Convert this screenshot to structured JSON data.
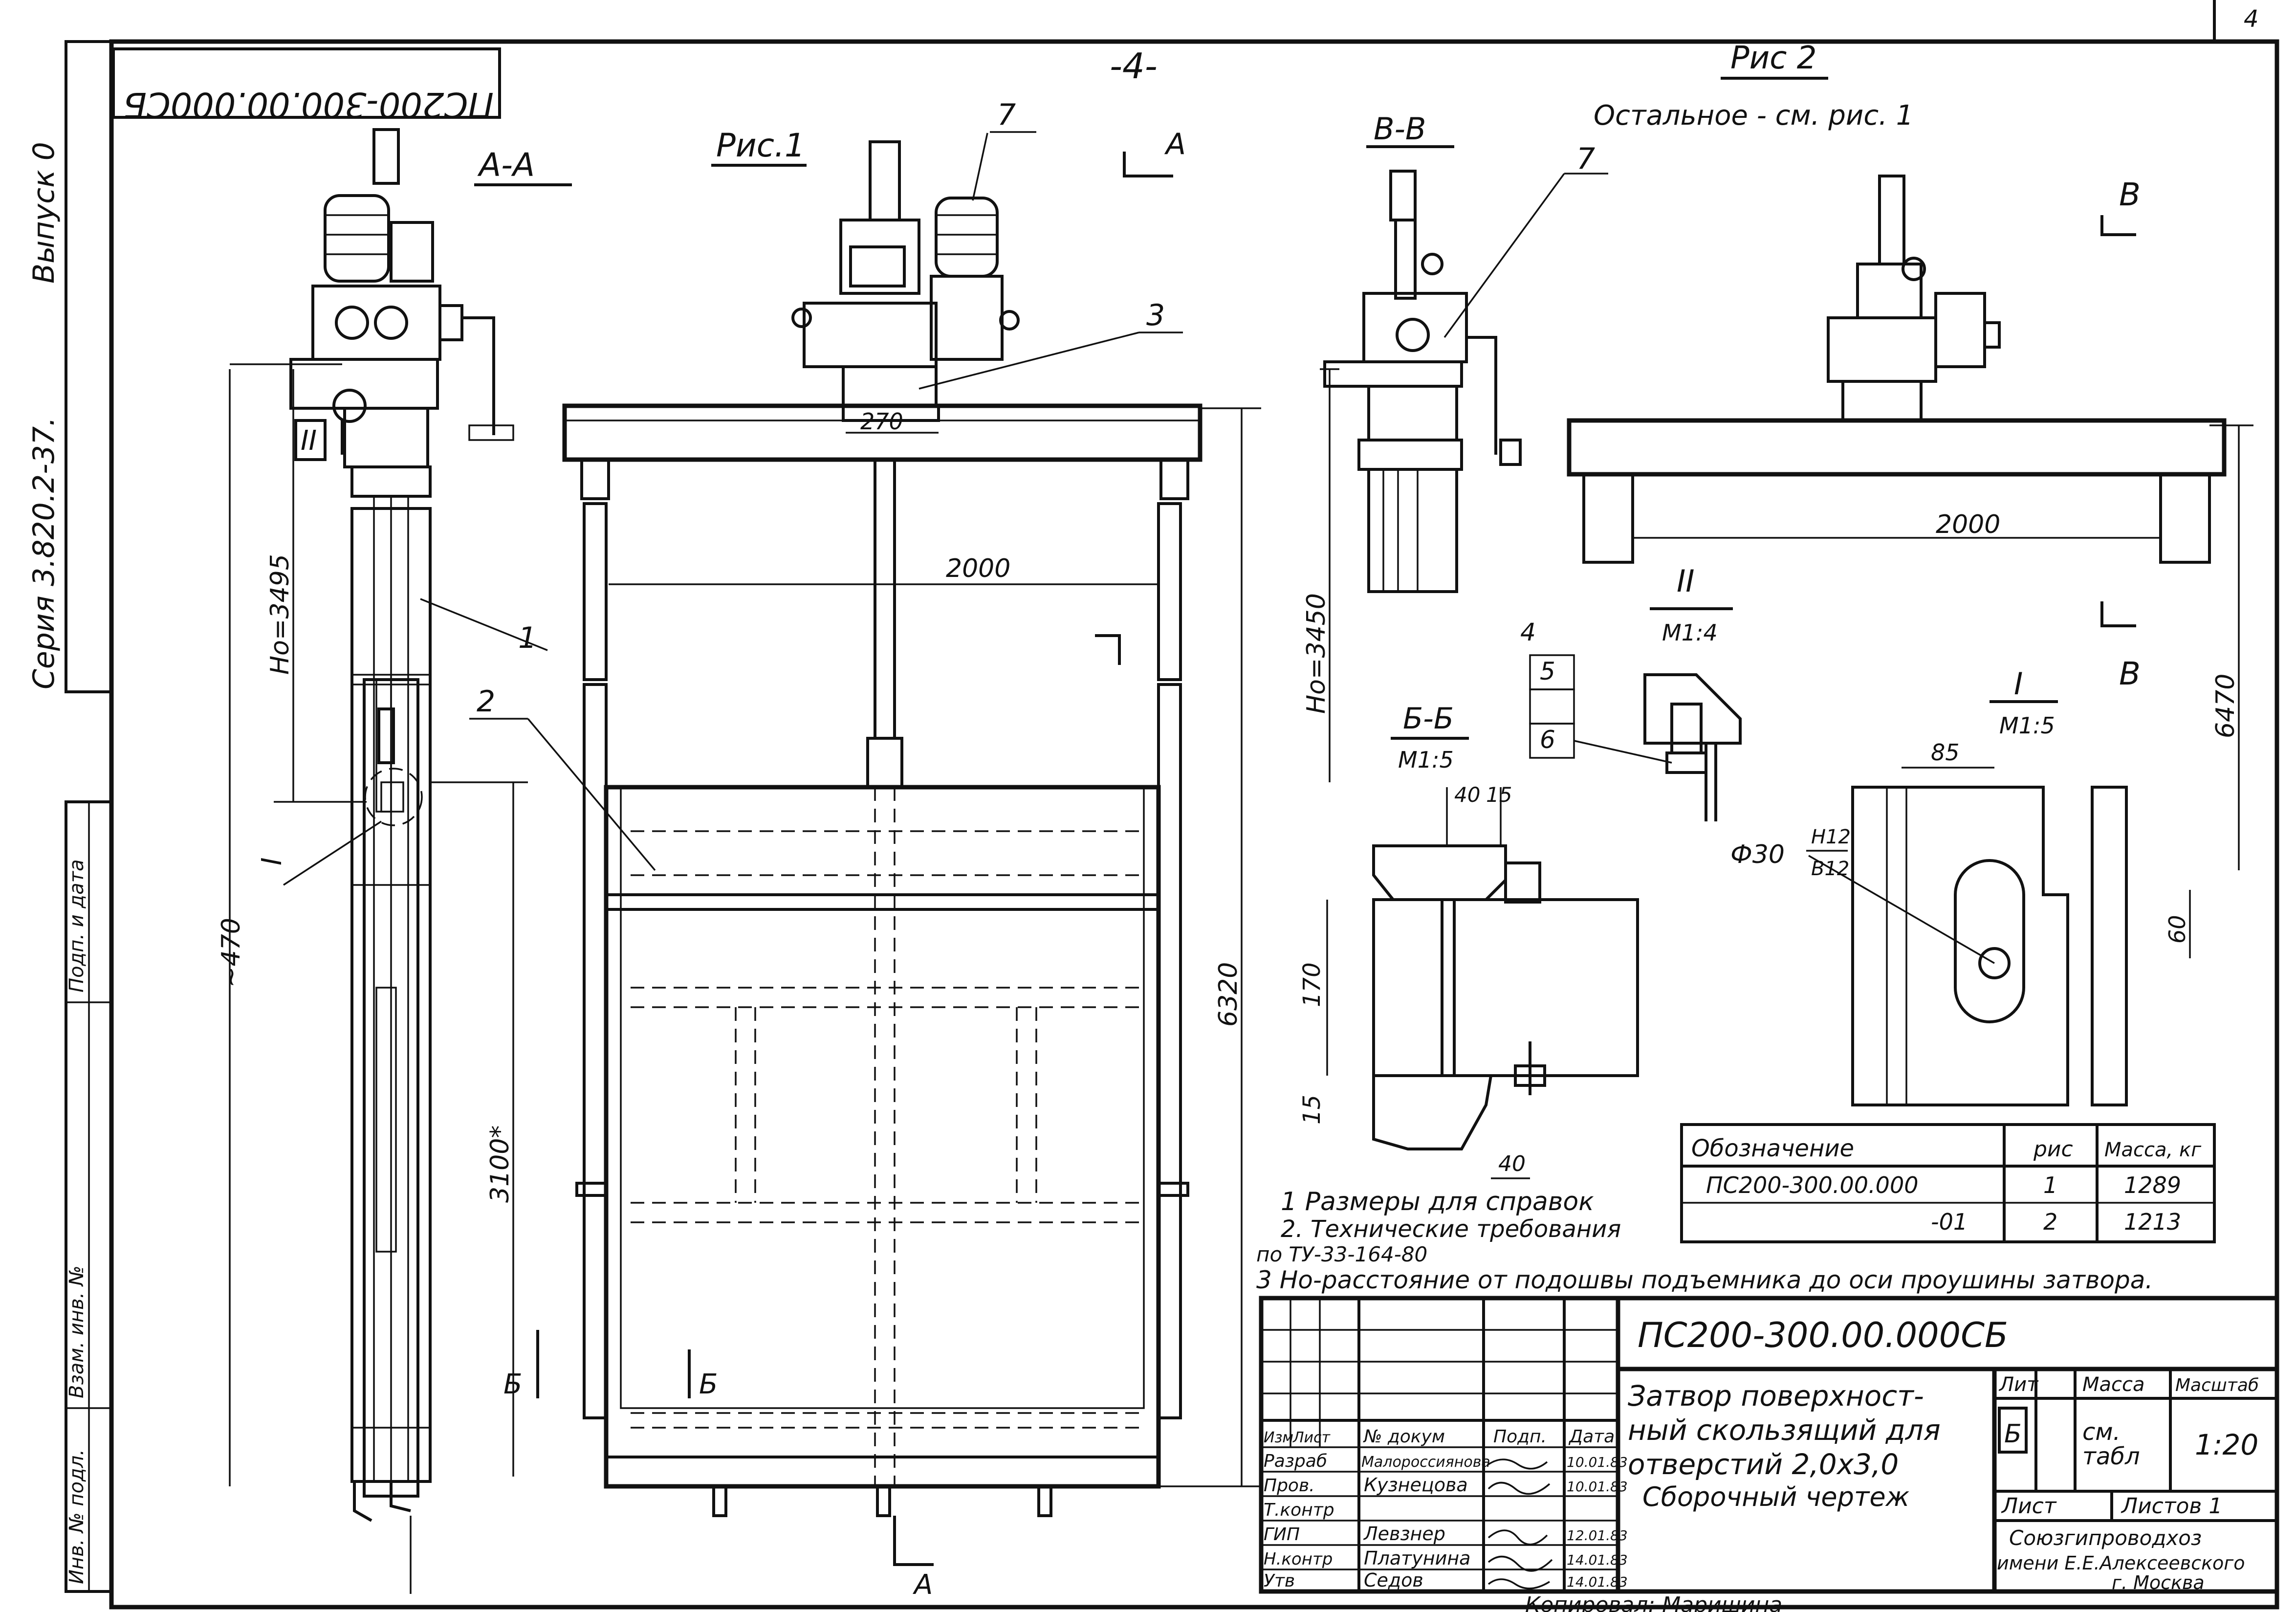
{
  "sheet_no": "4",
  "page_no": "-4-",
  "doc_code_rotated": "ПС200-300.00.000СБ",
  "side": {
    "vypusk": "Выпуск 0",
    "seriya": "Серия 3.820.2-37.",
    "stamp_1": "Подп. и дата",
    "stamp_2": "Взам. инв. №",
    "stamp_3": "Инв. № подл."
  },
  "fig1": {
    "section_aa": "А-А",
    "caption": "Рис.1",
    "cut_a": "А",
    "cut_b": "Б",
    "callouts": [
      "7",
      "3",
      "1",
      "2",
      "I",
      "II"
    ],
    "dims": {
      "d270": "270",
      "d2000": "2000",
      "h0": "Hо=3495",
      "d470": "~470",
      "d3100": "3100*",
      "d6320": "6320"
    }
  },
  "fig2": {
    "caption": "Рис 2",
    "rest": "Остальное - см. рис. 1",
    "section_bb": "В-В",
    "cut_v": "В",
    "callout_7": "7",
    "d2000": "2000",
    "h0": "Hо=3450",
    "d6470": "6470"
  },
  "detail_ii": {
    "title": "II",
    "scale": "М1:4",
    "items": [
      "4",
      "5",
      "6"
    ]
  },
  "detail_bb": {
    "title": "Б-Б",
    "scale": "М1:5",
    "d40a": "40",
    "d15a": "15",
    "d170": "170",
    "d15b": "15",
    "d40b": "40"
  },
  "detail_i": {
    "title": "I",
    "scale": "М1:5",
    "d85": "85",
    "d60": "60",
    "fit": "Ф30",
    "fit_top": "H12",
    "fit_bot": "B12"
  },
  "mass_table": {
    "headers": [
      "Обозначение",
      "рис",
      "Масса, кг"
    ],
    "rows": [
      [
        "ПС200-300.00.000",
        "1",
        "1289"
      ],
      [
        "-01",
        "2",
        "1213"
      ]
    ]
  },
  "notes": [
    "1 Размеры для справок",
    "2. Технические требования",
    "по ТУ-33-164-80",
    "3 Но-расстояние от подошвы подъемника до оси проушины затвора."
  ],
  "title_block": {
    "designation": "ПС200-300.00.000СБ",
    "name_1": "Затвор поверхност-",
    "name_2": "ный скользящий для",
    "name_3": "отверстий 2,0х3,0",
    "name_4": "Сборочный чертеж",
    "col_heads": [
      "Изм",
      "Лист",
      "№ докум",
      "Подп.",
      "Дата"
    ],
    "roles": [
      {
        "role": "Разраб",
        "name": "Малороссиянова",
        "date": "10.01.83"
      },
      {
        "role": "Пров.",
        "name": "Кузнецова",
        "date": "10.01.83"
      },
      {
        "role": "Т.контр",
        "name": "",
        "date": ""
      },
      {
        "role": "ГИП",
        "name": "Левзнер",
        "date": "12.01.83"
      },
      {
        "role": "Н.контр",
        "name": "Платунина",
        "date": "14.01.83"
      },
      {
        "role": "Утв",
        "name": "Седов",
        "date": "14.01.83"
      }
    ],
    "lit_label": "Лит",
    "massa_label": "Масса",
    "masshtab_label": "Масштаб",
    "lit_value": "Б",
    "massa_value_1": "см.",
    "massa_value_2": "табл",
    "masshtab_value": "1:20",
    "list_label": "Лист",
    "listov_label": "Листов 1",
    "org_1": "Союзгипроводхоз",
    "org_2": "имени Е.Е.Алексеевского",
    "org_3": "г. Москва"
  },
  "footer": "Копировал: Маришина"
}
